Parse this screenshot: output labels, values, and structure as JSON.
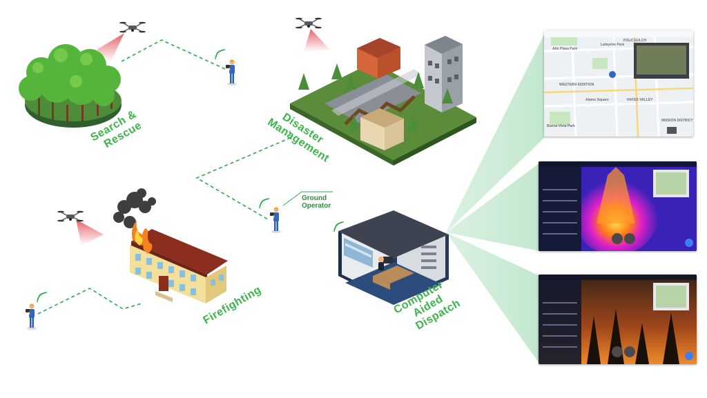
{
  "labels": {
    "search_rescue": [
      "Search &",
      "Rescue"
    ],
    "disaster": [
      "Disaster",
      "Management"
    ],
    "firefighting": "Firefighting",
    "ground_operator": [
      "Ground",
      "Operator"
    ],
    "dispatch": [
      "Computer",
      "Aided",
      "Dispatch"
    ]
  },
  "map_labels": {
    "top_1": "Alto Plaza Park",
    "top_2": "Lafayette Park",
    "top_3": "POLK GULCH",
    "mid_1": "WESTERN ADDITION",
    "mid_2": "Alamo Square",
    "mid_3": "HAYES VALLEY",
    "bot_1": "Buena Vista Park",
    "bot_2": "MISSION DISTRICT"
  },
  "colors": {
    "accent_green": "#3bb54a",
    "path_green": "#2ea84a",
    "beam_red": "#e0474c",
    "callout_fill": "#bfe6cb"
  }
}
